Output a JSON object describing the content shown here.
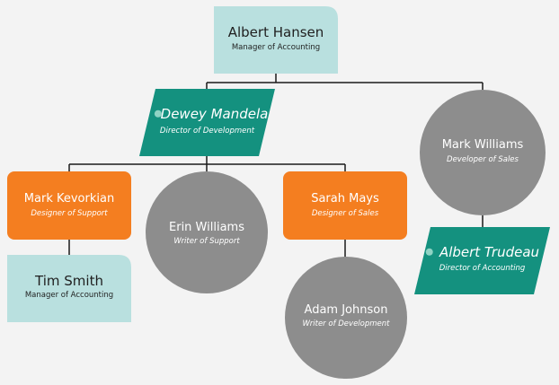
{
  "colors": {
    "background": "#f3f3f3",
    "light_teal": "#b9e0df",
    "dark_teal": "#14917f",
    "orange": "#f47e20",
    "gray": "#8d8d8d",
    "connector": "#1a1a1a",
    "dark_text": "#1f1f1f",
    "light_text": "#ffffff"
  },
  "nodes": [
    {
      "id": "albert-hansen",
      "name": "Albert Hansen",
      "title": "Manager of Accounting",
      "shape": "tab",
      "fill": "light_teal",
      "text": "dark_text",
      "italic": false,
      "bullet": false
    },
    {
      "id": "dewey-mandela",
      "name": "Dewey Mandela",
      "title": "Director of Development",
      "shape": "parallelogram",
      "fill": "dark_teal",
      "text": "light_text",
      "italic": true,
      "bullet": true
    },
    {
      "id": "mark-williams",
      "name": "Mark Williams",
      "title": "Developer of Sales",
      "shape": "circle",
      "fill": "gray",
      "text": "light_text",
      "italic": false,
      "bullet": false
    },
    {
      "id": "mark-kevorkian",
      "name": "Mark Kevorkian",
      "title": "Designer of Support",
      "shape": "rounded",
      "fill": "orange",
      "text": "light_text",
      "italic": false,
      "bullet": false
    },
    {
      "id": "erin-williams",
      "name": "Erin Williams",
      "title": "Writer of Support",
      "shape": "circle",
      "fill": "gray",
      "text": "light_text",
      "italic": false,
      "bullet": false
    },
    {
      "id": "sarah-mays",
      "name": "Sarah Mays",
      "title": "Designer of Sales",
      "shape": "rounded",
      "fill": "orange",
      "text": "light_text",
      "italic": false,
      "bullet": false
    },
    {
      "id": "albert-trudeau",
      "name": "Albert Trudeau",
      "title": "Director of Accounting",
      "shape": "parallelogram",
      "fill": "dark_teal",
      "text": "light_text",
      "italic": true,
      "bullet": true
    },
    {
      "id": "tim-smith",
      "name": "Tim Smith",
      "title": "Manager of Accounting",
      "shape": "tab",
      "fill": "light_teal",
      "text": "dark_text",
      "italic": false,
      "bullet": false
    },
    {
      "id": "adam-johnson",
      "name": "Adam Johnson",
      "title": "Writer of Development",
      "shape": "circle",
      "fill": "gray",
      "text": "light_text",
      "italic": false,
      "bullet": false
    }
  ],
  "edges": [
    {
      "from": "albert-hansen",
      "to": "dewey-mandela"
    },
    {
      "from": "albert-hansen",
      "to": "mark-williams"
    },
    {
      "from": "dewey-mandela",
      "to": "mark-kevorkian"
    },
    {
      "from": "dewey-mandela",
      "to": "erin-williams"
    },
    {
      "from": "dewey-mandela",
      "to": "sarah-mays"
    },
    {
      "from": "mark-williams",
      "to": "albert-trudeau"
    },
    {
      "from": "mark-kevorkian",
      "to": "tim-smith"
    },
    {
      "from": "sarah-mays",
      "to": "adam-johnson"
    }
  ]
}
